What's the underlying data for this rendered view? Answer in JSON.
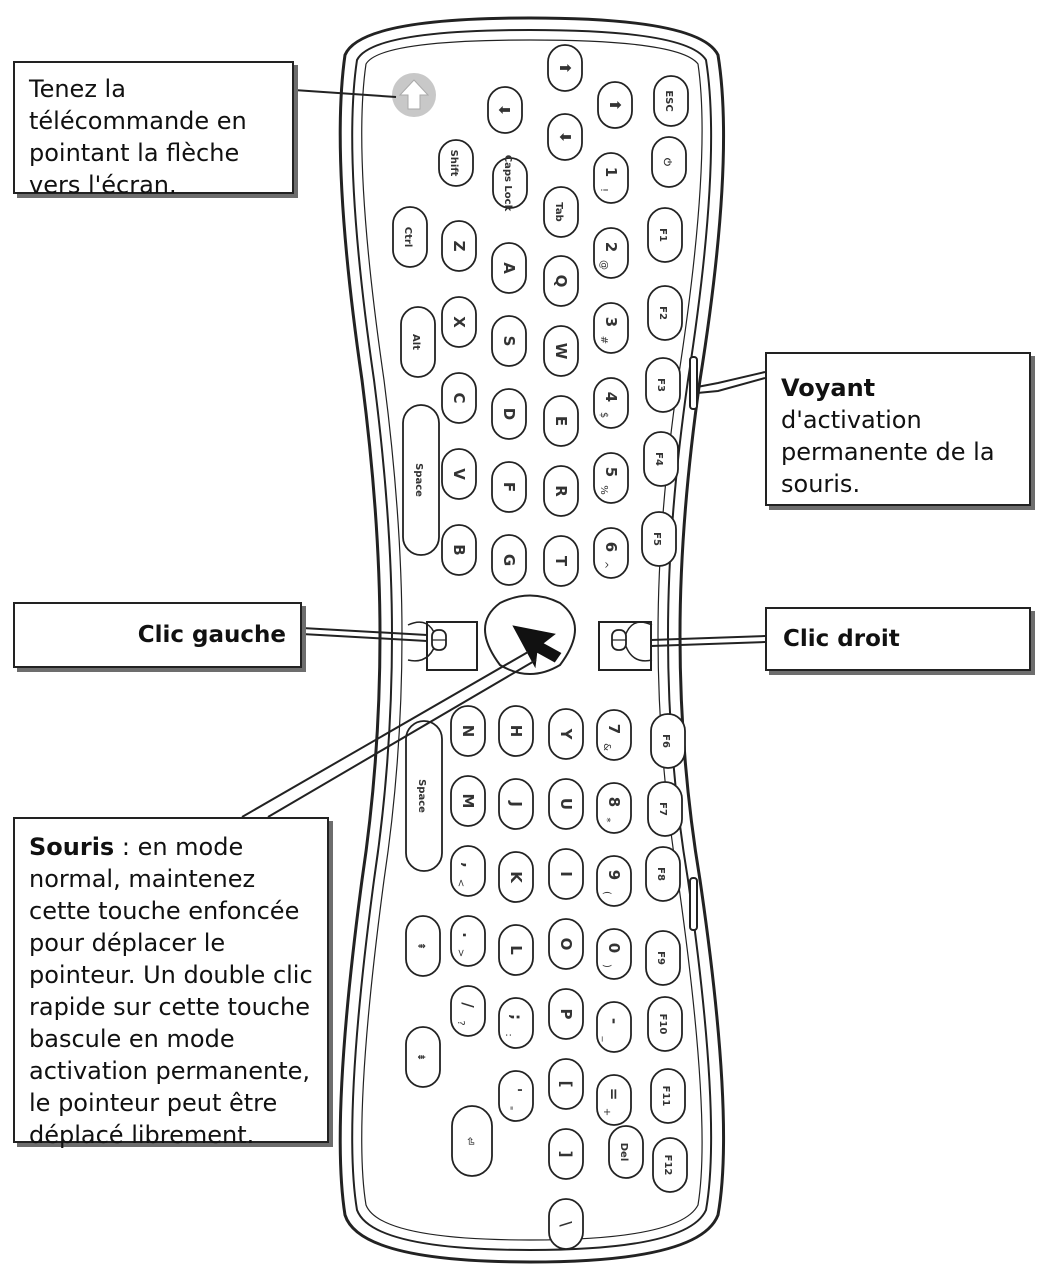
{
  "callouts": {
    "top": {
      "text": "Tenez la télécommande en pointant la flèche vers l'écran."
    },
    "voyant": {
      "bold": "Voyant",
      "text": " d'activation permanente de la souris."
    },
    "left_click": {
      "label": "Clic gauche"
    },
    "right_click": {
      "label": "Clic droit"
    },
    "souris": {
      "bold": "Souris",
      "text": " : en mode normal, maintenez cette touche enfoncée pour déplacer le pointeur. Un double clic rapide sur cette touche bascule en mode activation permanente, le pointeur peut être déplacé librement."
    }
  },
  "keys": {
    "esc": "ESC",
    "shift": "Shift",
    "caps": "Caps Lock",
    "tab": "Tab",
    "ctrl": "Ctrl",
    "alt": "Alt",
    "space": "Space",
    "f1": "F1",
    "f2": "F2",
    "f3": "F3",
    "f4": "F4",
    "f5": "F5",
    "f6": "F6",
    "f7": "F7",
    "f8": "F8",
    "f9": "F9",
    "f10": "F10",
    "f11": "F11",
    "f12": "F12",
    "del": "Del",
    "enter": "Enter",
    "row_upper_mid": [
      "A",
      "S",
      "D",
      "F",
      "G"
    ],
    "row_upper_left": [
      "Z",
      "X",
      "C",
      "V",
      "B"
    ],
    "row_upper_q": [
      "Q",
      "W",
      "E",
      "R",
      "T"
    ],
    "row_upper_num": [
      "1",
      "2",
      "3",
      "4",
      "5",
      "6"
    ],
    "row_upper_sym": [
      "!",
      "@",
      "#",
      "$",
      "%",
      "^"
    ],
    "row_lower_left": [
      "N",
      "M",
      ",",
      ".",
      " /"
    ],
    "row_lower_left_sym": [
      "",
      "",
      "<",
      ">",
      "?"
    ],
    "row_lower_mid": [
      "H",
      "J",
      "K",
      "L",
      ";",
      "'"
    ],
    "row_lower_mid_sym": [
      "",
      "",
      "",
      "",
      ":",
      "\""
    ],
    "row_lower_y": [
      "Y",
      "U",
      "I",
      "O",
      "P",
      "[",
      "]",
      "\\"
    ],
    "row_lower_num": [
      "7",
      "8",
      "9",
      "0",
      "-",
      "="
    ],
    "row_lower_num_sym": [
      "&",
      "*",
      "(",
      ")",
      "_",
      "+"
    ]
  },
  "colors": {
    "line": "#222222",
    "shadow": "#6d6d6d",
    "arrow_badge": "#c8c8c8"
  }
}
